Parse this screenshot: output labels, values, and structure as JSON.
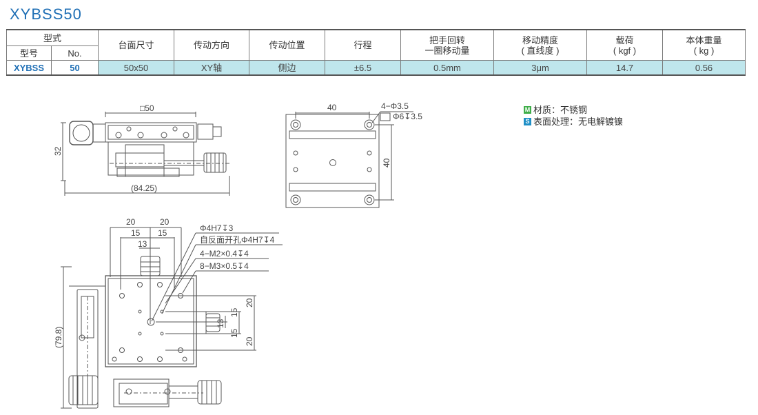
{
  "title": "XYBSS50",
  "table": {
    "header_model_group": "型式",
    "header_model": "型号",
    "header_no": "No.",
    "columns": [
      {
        "line1": "台面尺寸",
        "line2": ""
      },
      {
        "line1": "传动方向",
        "line2": ""
      },
      {
        "line1": "传动位置",
        "line2": ""
      },
      {
        "line1": "行程",
        "line2": ""
      },
      {
        "line1": "把手回转",
        "line2": "一圈移动量"
      },
      {
        "line1": "移动精度",
        "line2": "( 直线度 )"
      },
      {
        "line1": "载荷",
        "line2": "( kgf )"
      },
      {
        "line1": "本体重量",
        "line2": "( kg )"
      }
    ],
    "row": {
      "model": "XYBSS",
      "no": "50",
      "values": [
        "50x50",
        "XY轴",
        "侧边",
        "±6.5",
        "0.5mm",
        "3μm",
        "14.7",
        "0.56"
      ]
    }
  },
  "notes": {
    "material_badge": "M",
    "material": "材质：不锈钢",
    "surface_badge": "S",
    "surface": "表面处理：无电解镀镍"
  },
  "drawing": {
    "side_view": {
      "dim_top": "□50",
      "dim_height": "32",
      "dim_overall": "(84.25)"
    },
    "base_view": {
      "dim_pitch": "40",
      "dim_pitch_vertical": "40",
      "hole_callout_1": "4−Φ3.5",
      "hole_callout_2": "Φ6↧3.5"
    },
    "top_view": {
      "dim_20_left": "20",
      "dim_20_right": "20",
      "dim_15_left": "15",
      "dim_15_right": "15",
      "dim_13": "13",
      "callout_1": "Φ4H7↧3",
      "callout_2": "自反面开孔Φ4H7↧4",
      "callout_3": "4−M2×0.4↧4",
      "callout_4": "8−M3×0.5↧4",
      "dim_overall_height": "(79.8)",
      "dim_20_upper": "20",
      "dim_15_upper": "15",
      "dim_13_v": "13",
      "dim_15_lower": "15",
      "dim_20_lower": "20"
    }
  }
}
